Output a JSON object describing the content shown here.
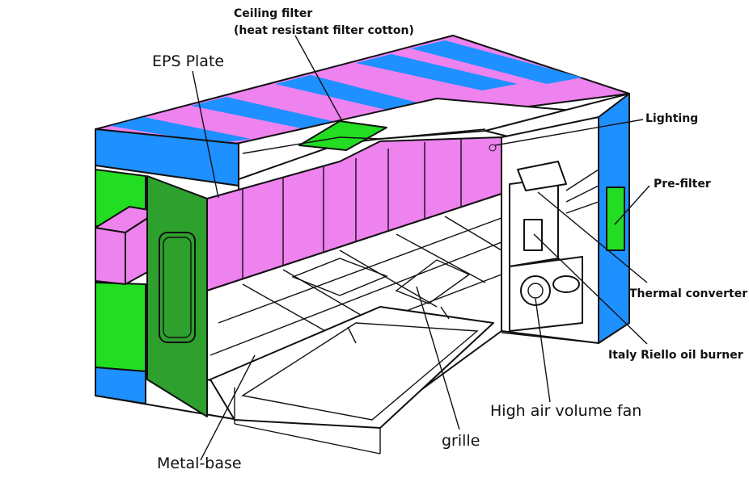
{
  "labels": {
    "ceiling_filter_line1": "Ceiling filter",
    "ceiling_filter_line2": "(heat resistant filter cotton)",
    "eps_plate": "EPS Plate",
    "lighting": "Lighting",
    "pre_filter": "Pre-filter",
    "thermal_converter": "Thermal converter",
    "riello_burner": "Italy Riello oil burner",
    "fan": "High air volume fan",
    "grille": "grille",
    "metal_base": "Metal-base"
  },
  "colors": {
    "pink": "#ee82ee",
    "blue": "#1e90ff",
    "green": "#22dd22",
    "door_green": "#2ea02e",
    "outline": "#111111"
  }
}
